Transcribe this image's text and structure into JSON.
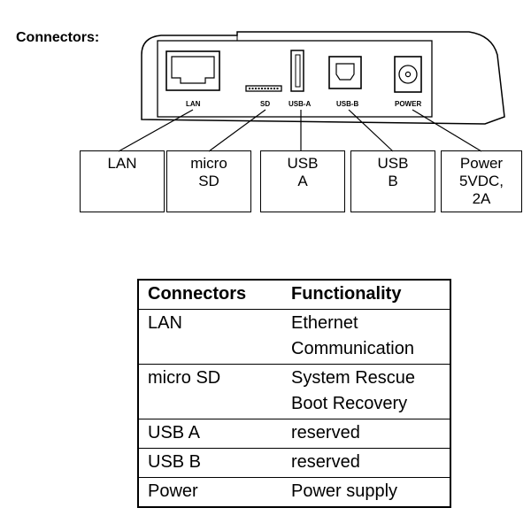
{
  "heading": "Connectors:",
  "ports": [
    {
      "label": "LAN"
    },
    {
      "label": "SD"
    },
    {
      "label": "USB-A"
    },
    {
      "label": "USB-B"
    },
    {
      "label": "POWER"
    }
  ],
  "callouts": [
    {
      "lines": [
        "LAN"
      ]
    },
    {
      "lines": [
        "micro",
        "SD"
      ]
    },
    {
      "lines": [
        "USB",
        "A"
      ]
    },
    {
      "lines": [
        "USB",
        "B"
      ]
    },
    {
      "lines": [
        "Power",
        "5VDC,",
        "2A"
      ]
    }
  ],
  "table": {
    "headers": [
      "Connectors",
      "Functionality"
    ],
    "rows": [
      {
        "connector": "LAN",
        "functionality": [
          "Ethernet",
          "Communication"
        ]
      },
      {
        "connector": "micro SD",
        "functionality": [
          "System Rescue",
          "Boot Recovery"
        ]
      },
      {
        "connector": "USB A",
        "functionality": [
          "reserved"
        ]
      },
      {
        "connector": "USB B",
        "functionality": [
          "reserved"
        ]
      },
      {
        "connector": "Power",
        "functionality": [
          "Power supply"
        ]
      }
    ]
  }
}
